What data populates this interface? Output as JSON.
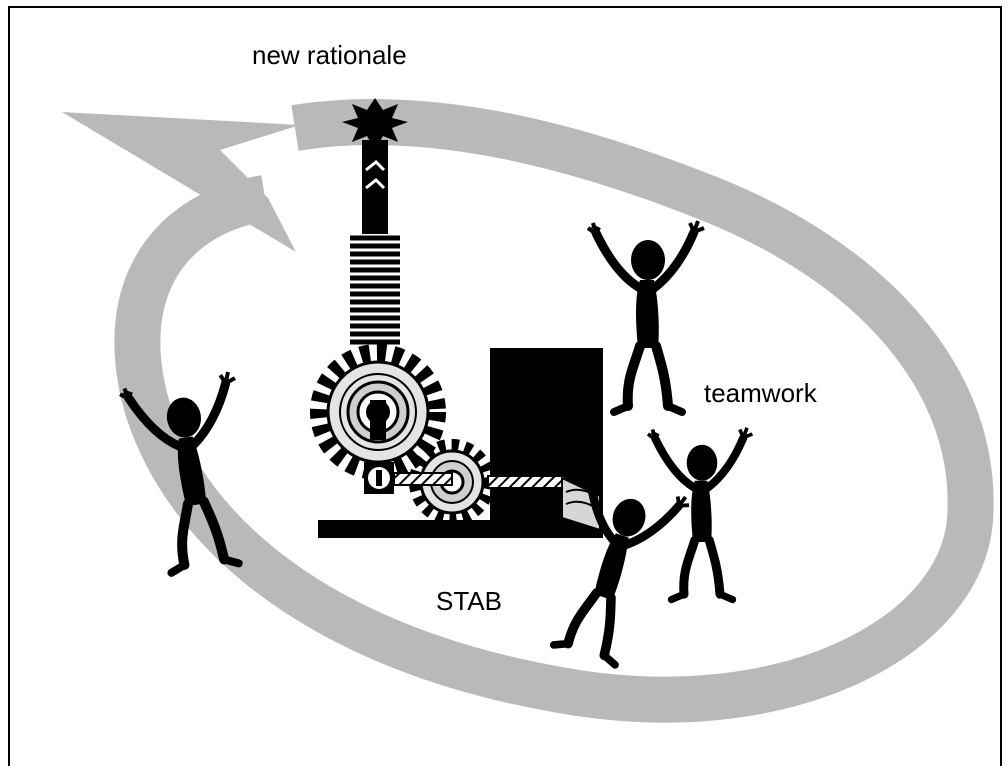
{
  "labels": {
    "top": "new rationale",
    "right": "teamwork",
    "bottom": "STAB"
  },
  "colors": {
    "cycle_arrow": "#b9b9b9",
    "silhouette": "#000000",
    "background": "#ffffff",
    "gear_light": "#d9d9d9"
  },
  "icons": {
    "cycle": "circular-arrow-icon",
    "machine": "gear-machine-icon",
    "figures": "dancing-person-icon"
  }
}
